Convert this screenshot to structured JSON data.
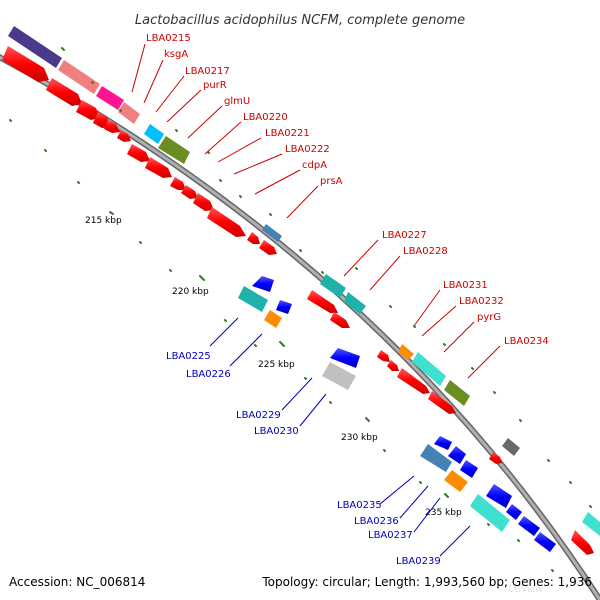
{
  "title": "Lactobacillus acidophilus NCFM, complete genome",
  "footer": {
    "accession": "Accession: NC_006814",
    "topology": "Topology: circular; Length: 1,993,560 bp; Genes: 1,936",
    "watermark": "CGView"
  },
  "colors": {
    "forward_label": "#cc0000",
    "reverse_label": "#0000bb",
    "backbone": "#888888",
    "tick": "#2e7d1e",
    "cds_forward": "#ff0000",
    "cds_reverse": "#0000ff"
  },
  "scale_labels": [
    "215 kbp",
    "220 kbp",
    "225 kbp",
    "230 kbp",
    "235 kbp"
  ],
  "forward_genes": [
    "LBA0215",
    "ksgA",
    "LBA0217",
    "purR",
    "glmU",
    "LBA0220",
    "LBA0221",
    "LBA0222",
    "cdpA",
    "prsA",
    "LBA0227",
    "LBA0228",
    "LBA0231",
    "LBA0232",
    "pyrG",
    "LBA0234"
  ],
  "reverse_genes": [
    "LBA0225",
    "LBA0226",
    "LBA0229",
    "LBA0230",
    "LBA0235",
    "LBA0236",
    "LBA0237",
    "LBA0239"
  ],
  "cog_colors": [
    "#4b3a8c",
    "#f08080",
    "#ff1493",
    "#00bfff",
    "#6b8e23",
    "#4682b4",
    "#20b2aa",
    "#ff8c00",
    "#c0c0c0",
    "#696969",
    "#40e0d0"
  ]
}
